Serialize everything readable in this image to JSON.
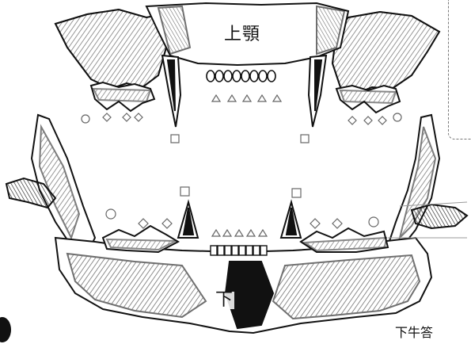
{
  "labels": {
    "upper": "上顎",
    "lower": "下",
    "caption": "下牛答"
  },
  "colors": {
    "ink": "#111111",
    "bone": "#ffffff",
    "marker": "#666666"
  },
  "markers": {
    "legend": [
      "incisor-triangle",
      "canine-square",
      "premolar-diamond",
      "molar-circle"
    ]
  }
}
